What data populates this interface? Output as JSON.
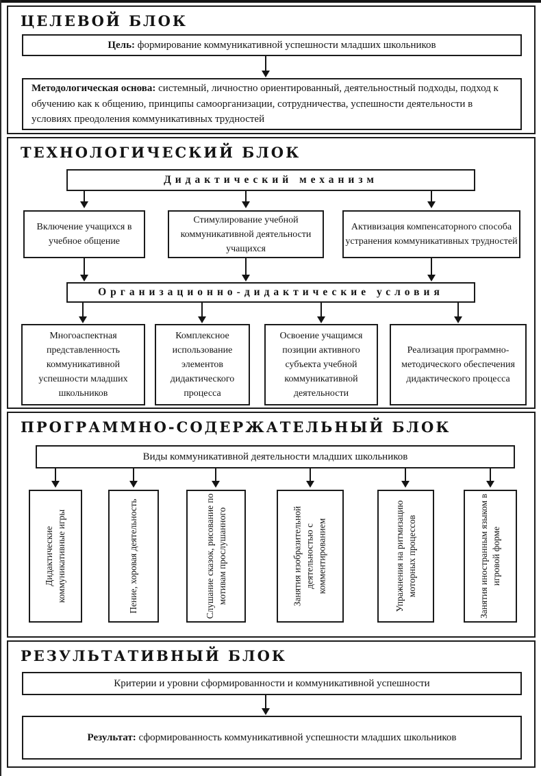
{
  "colors": {
    "ink": "#141414",
    "border": "#1a1a1a",
    "background": "#ffffff"
  },
  "sections": {
    "target": {
      "title": "ЦЕЛЕВОЙ БЛОК",
      "goal_label": "Цель:",
      "goal_text": "формирование коммуникативной успешности младших школьников",
      "method_label": "Методологическая основа:",
      "method_text": "системный, личностно ориентированный, деятельностный подходы, подход к обучению как к общению, принципы самоорганизации, сотрудничества, успешности деятельности в условиях преодоления коммуникативных трудностей"
    },
    "technological": {
      "title": "ТЕХНОЛОГИЧЕСКИЙ БЛОК",
      "mechanism_header": "Дидактический механизм",
      "mechanisms": [
        "Включение учащихся в учебное общение",
        "Стимулирование учебной коммуникативной деятельности учащихся",
        "Активизация компенсаторного способа устранения коммуникативных трудностей"
      ],
      "conditions_header": "Организационно-дидактические условия",
      "conditions": [
        "Многоаспектная представленность коммуникативной успешности младших школьников",
        "Комплексное использование элементов дидактического процесса",
        "Освоение учащимся позиции активного субъекта учебной коммуникативной деятельности",
        "Реализация программно-методического обеспечения дидактического процесса"
      ]
    },
    "program": {
      "title": "ПРОГРАММНО-СОДЕРЖАТЕЛЬНЫЙ БЛОК",
      "header": "Виды коммуникативной деятельности младших школьников",
      "activities": [
        "Дидактические коммуникативные игры",
        "Пение, хоровая деятельность",
        "Слушание сказок, рисование по мотивам прослушанного",
        "Занятия изобразительной деятельностью с комментированием",
        "Упражнения на ритмизацию моторных процессов",
        "Занятия иностранным языком в игровой форме"
      ]
    },
    "result": {
      "title": "РЕЗУЛЬТАТИВНЫЙ БЛОК",
      "criteria": "Критерии и уровни сформированности и коммуникативной успешности",
      "result_label": "Результат:",
      "result_text": "сформированность коммуникативной успешности младших школьников"
    }
  }
}
